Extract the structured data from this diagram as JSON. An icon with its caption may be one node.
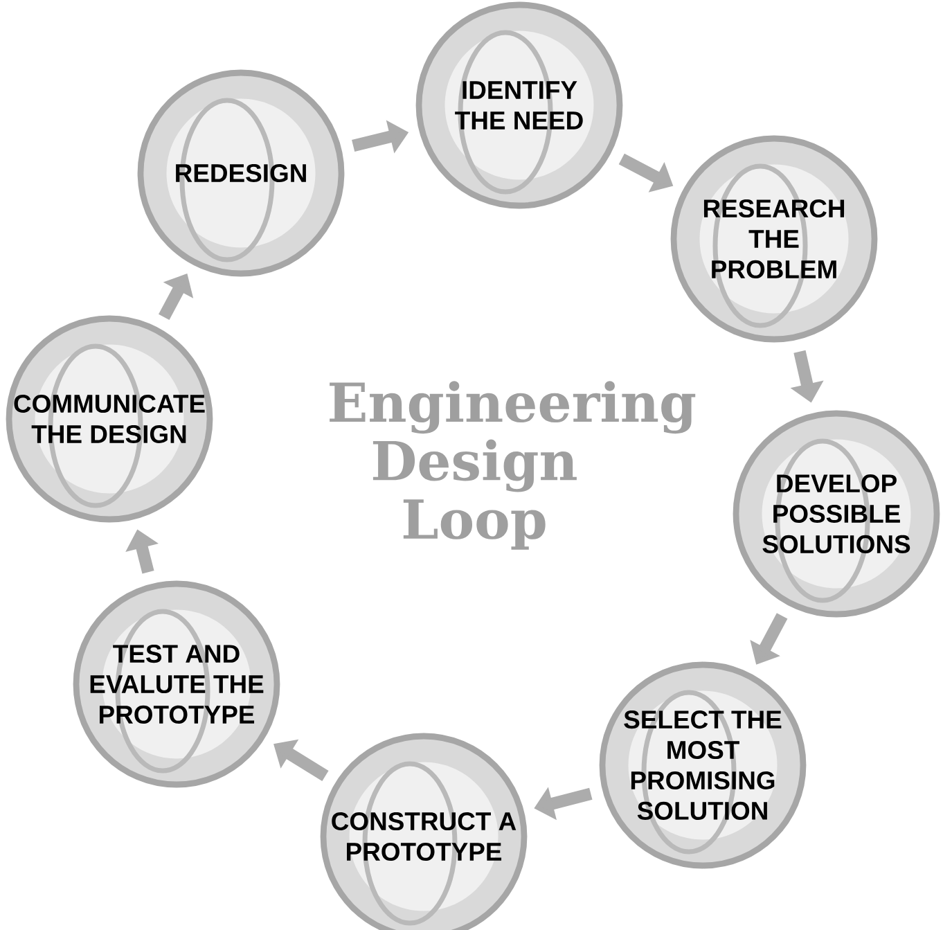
{
  "diagram": {
    "title": "Engineering Design Loop",
    "nodes": [
      {
        "text": [
          "IDENTIFY THE NEED"
        ]
      },
      {
        "text": [
          "RESEARCH THE PROBLEM"
        ]
      },
      {
        "text": [
          "DEVELOP POSSIBLE SOLUTIONS"
        ]
      },
      {
        "text": [
          "SELECT THE MOST PROMISING SOLUTION"
        ]
      },
      {
        "text": [
          "CONSTRUCT A PROTOTYPE"
        ]
      },
      {
        "text": [
          "TEST AND EVALUTE THE PROTOTYPE"
        ]
      },
      {
        "text": [
          "COMMUNICATE THE DESIGN"
        ]
      },
      {
        "text": [
          "REDESIGN"
        ]
      }
    ],
    "edges": [
      {
        "from": 0,
        "to": 1,
        "arrow": "to"
      },
      {
        "from": 1,
        "to": 2,
        "arrow": "to"
      },
      {
        "from": 2,
        "to": 3,
        "arrow": "to"
      },
      {
        "from": 3,
        "to": 4,
        "arrow": "to"
      },
      {
        "from": 4,
        "to": 5,
        "arrow": "to"
      },
      {
        "from": 5,
        "to": 6,
        "arrow": "to"
      },
      {
        "from": 6,
        "to": 7,
        "arrow": "to"
      },
      {
        "from": 7,
        "to": 0,
        "arrow": "to"
      }
    ]
  }
}
